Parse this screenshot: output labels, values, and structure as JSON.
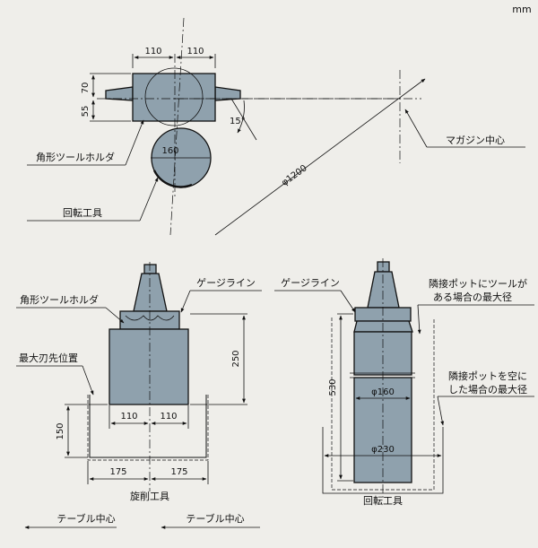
{
  "unit": "mm",
  "top_view": {
    "dim_width_left": "110",
    "dim_width_right": "110",
    "dim_height_top": "70",
    "dim_height_bottom": "55",
    "angle": "15°",
    "rotary_dia": "160",
    "radius_label": "φ1200",
    "label_magazine_center": "マガジン中心",
    "label_square_holder": "角形ツールホルダ",
    "label_rotary_tool": "回転工具"
  },
  "left_view": {
    "label_square_holder": "角形ツールホルダ",
    "label_gauge_line": "ゲージライン",
    "label_max_tip": "最大刃先位置",
    "dim_height": "250",
    "dim_half_left": "110",
    "dim_half_right": "110",
    "dim_depth": "150",
    "dim_outer_left": "175",
    "dim_outer_right": "175",
    "label_turning_tool": "旋削工具"
  },
  "right_view": {
    "label_gauge_line": "ゲージライン",
    "label_adjacent_tool_line1": "隣接ポットにツールが",
    "label_adjacent_tool_line2": "ある場合の最大径",
    "label_adjacent_empty_line1": "隣接ポットを空に",
    "label_adjacent_empty_line2": "した場合の最大径",
    "dim_length": "530",
    "dim_dia_small": "φ160",
    "dim_dia_large": "φ230",
    "label_rotary_tool": "回転工具"
  },
  "footer": {
    "table_center_left": "テーブル中心",
    "table_center_right": "テーブル中心"
  }
}
